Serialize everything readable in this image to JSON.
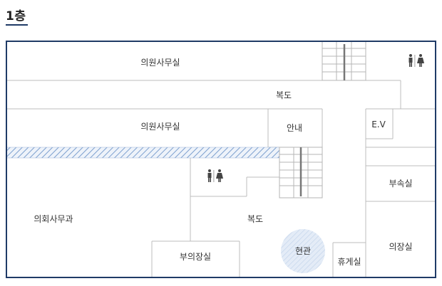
{
  "floor": {
    "title": "1층"
  },
  "rooms": {
    "members_office_1": "의원사무실",
    "corridor_upper": "복도",
    "members_office_2": "의원사무실",
    "information": "안내",
    "elevator": "E.V",
    "council_affairs": "의회사무과",
    "corridor_lower": "복도",
    "vice_chair_office": "부의장실",
    "entrance": "현관",
    "lounge": "휴게실",
    "annex_room": "부속실",
    "chair_office": "의장실"
  },
  "colors": {
    "wall": "#1f3a66",
    "inner_line": "#bcbcbc",
    "hatch": "#7da0cf",
    "entrance_fill": "#dfe8f5",
    "stair_line": "#b5b5b5",
    "stair_rail": "#777777",
    "restroom_icon": "#444444"
  },
  "icons": [
    "restroom-icon",
    "stairs-icon",
    "hatched-passage"
  ]
}
